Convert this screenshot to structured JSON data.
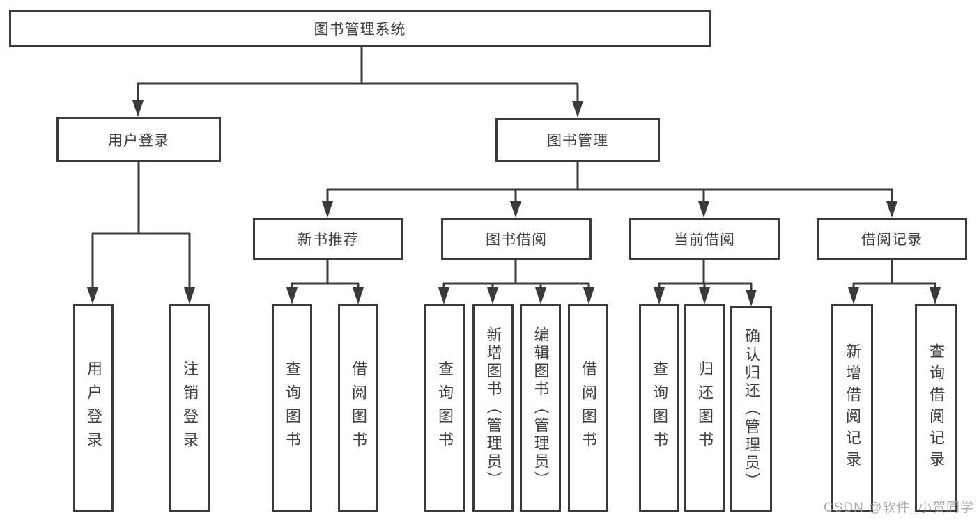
{
  "diagram": {
    "title": "图书管理系统",
    "nodes": {
      "root": {
        "label": "图书管理系统"
      },
      "user_login": {
        "label": "用户登录"
      },
      "book_mgmt": {
        "label": "图书管理"
      },
      "new_book_rec": {
        "label": "新书推荐"
      },
      "book_borrow": {
        "label": "图书借阅"
      },
      "current_borrow": {
        "label": "当前借阅"
      },
      "borrow_records": {
        "label": "借阅记录"
      },
      "leaf_user_login": {
        "label": "用户登录"
      },
      "leaf_logout": {
        "label": "注销登录"
      },
      "leaf_nbr_query": {
        "label": "查询图书"
      },
      "leaf_nbr_borrow": {
        "label": "借阅图书"
      },
      "leaf_bb_query": {
        "label": "查询图书"
      },
      "leaf_bb_add": {
        "label": "新增图书（管理员）"
      },
      "leaf_bb_edit": {
        "label": "编辑图书（管理员）"
      },
      "leaf_bb_borrow": {
        "label": "借阅图书"
      },
      "leaf_cb_query": {
        "label": "查询图书"
      },
      "leaf_cb_return": {
        "label": "归还图书"
      },
      "leaf_cb_confirm": {
        "label": "确认归还（管理员）"
      },
      "leaf_br_add": {
        "label": "新增借阅记录"
      },
      "leaf_br_query": {
        "label": "查询借阅记录"
      }
    },
    "colors": {
      "line": "#3a3a3a",
      "text": "#3f3f3f",
      "watermark": "#9e9e9e"
    }
  },
  "watermark": {
    "text": "CSDN @软件_小贺同学"
  }
}
